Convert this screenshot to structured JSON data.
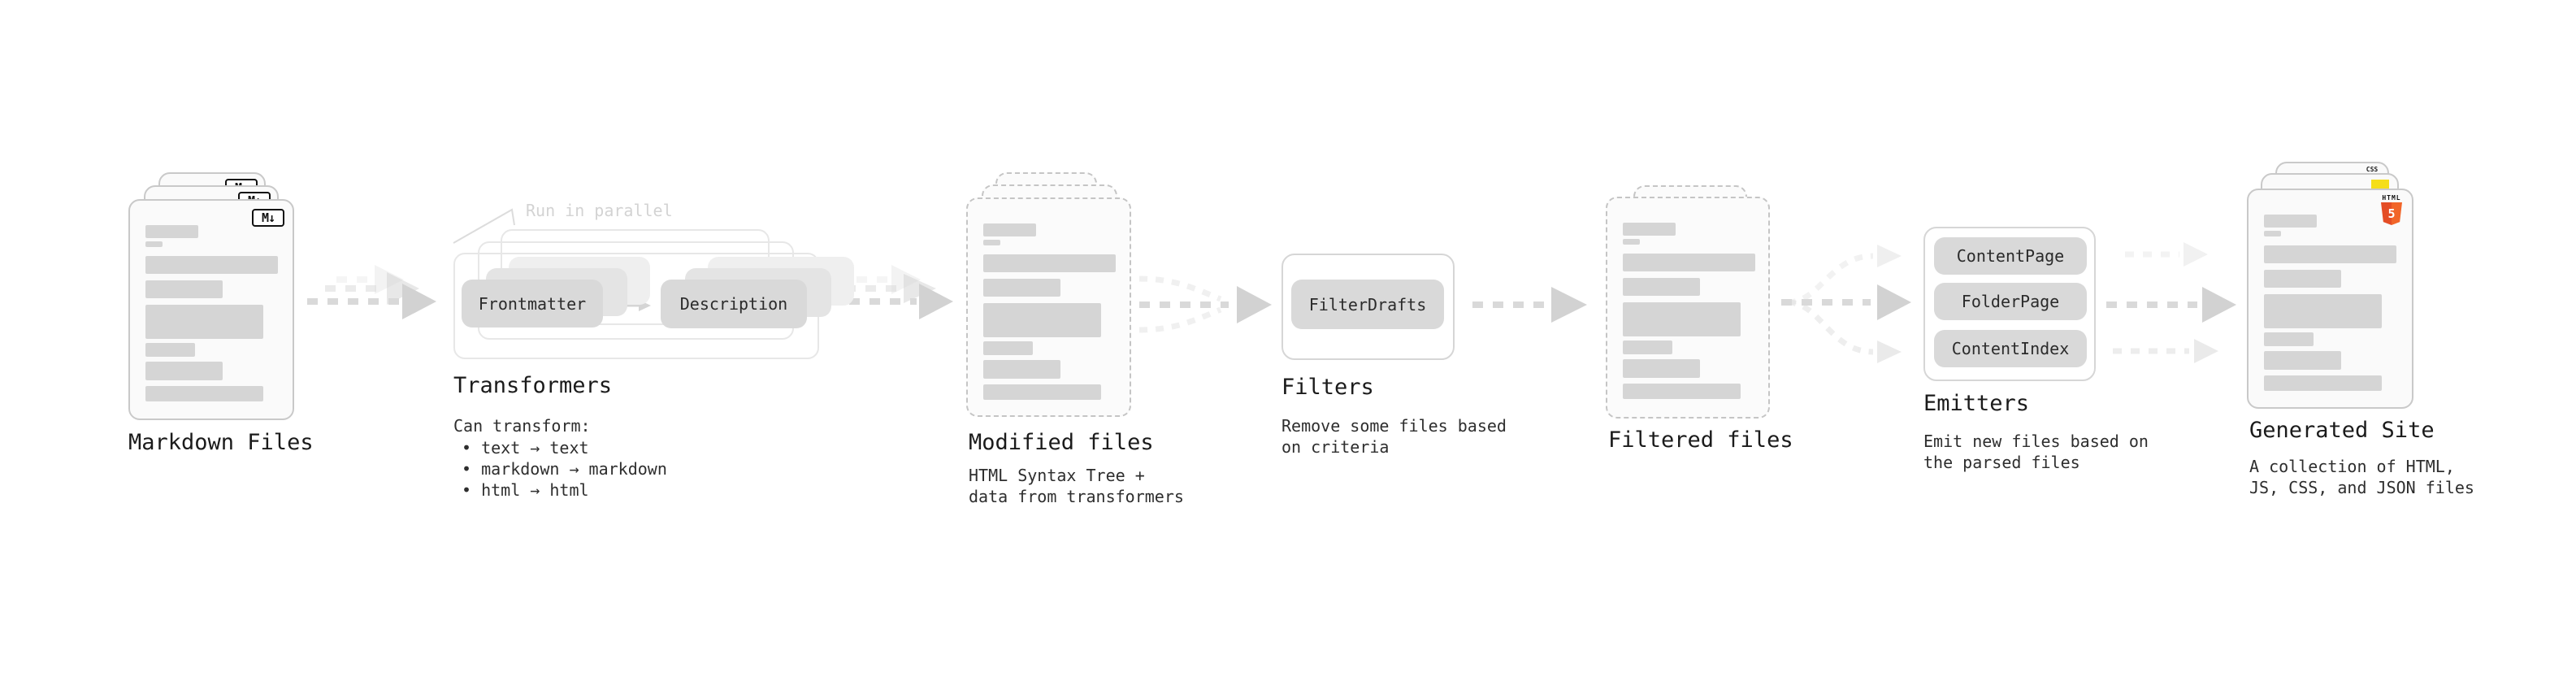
{
  "diagram": {
    "markdown_files": {
      "label": "Markdown Files",
      "badge": "M↓"
    },
    "transformers": {
      "annotation": "Run in parallel",
      "pill_left": "Frontmatter",
      "pill_right": "Description",
      "title": "Transformers",
      "heading": "Can transform:",
      "bullets": [
        "• text → text",
        "• markdown → markdown",
        "• html → html"
      ]
    },
    "modified_files": {
      "label": "Modified files",
      "desc_line1": "HTML Syntax Tree +",
      "desc_line2": "data from transformers"
    },
    "filters": {
      "title": "Filters",
      "pill": "FilterDrafts",
      "desc_line1": "Remove some files based",
      "desc_line2": "on criteria"
    },
    "filtered_files": {
      "label": "Filtered files"
    },
    "emitters": {
      "title": "Emitters",
      "pills": [
        "ContentPage",
        "FolderPage",
        "ContentIndex"
      ],
      "desc_line1": "Emit new files based on",
      "desc_line2": "the parsed files"
    },
    "generated_site": {
      "label": "Generated Site",
      "desc_line1": "A collection of HTML,",
      "desc_line2": "JS, CSS, and JSON files",
      "badge_css": "CSS",
      "badge_html_label": "HTML",
      "badge_html_number": "5"
    },
    "colors": {
      "html5_orange": "#e44d26",
      "js_yellow": "#f5de19",
      "css_blue": "#2965f1",
      "arrow_gray": "#d9d9d9",
      "card_border": "#c9c9c9"
    }
  }
}
